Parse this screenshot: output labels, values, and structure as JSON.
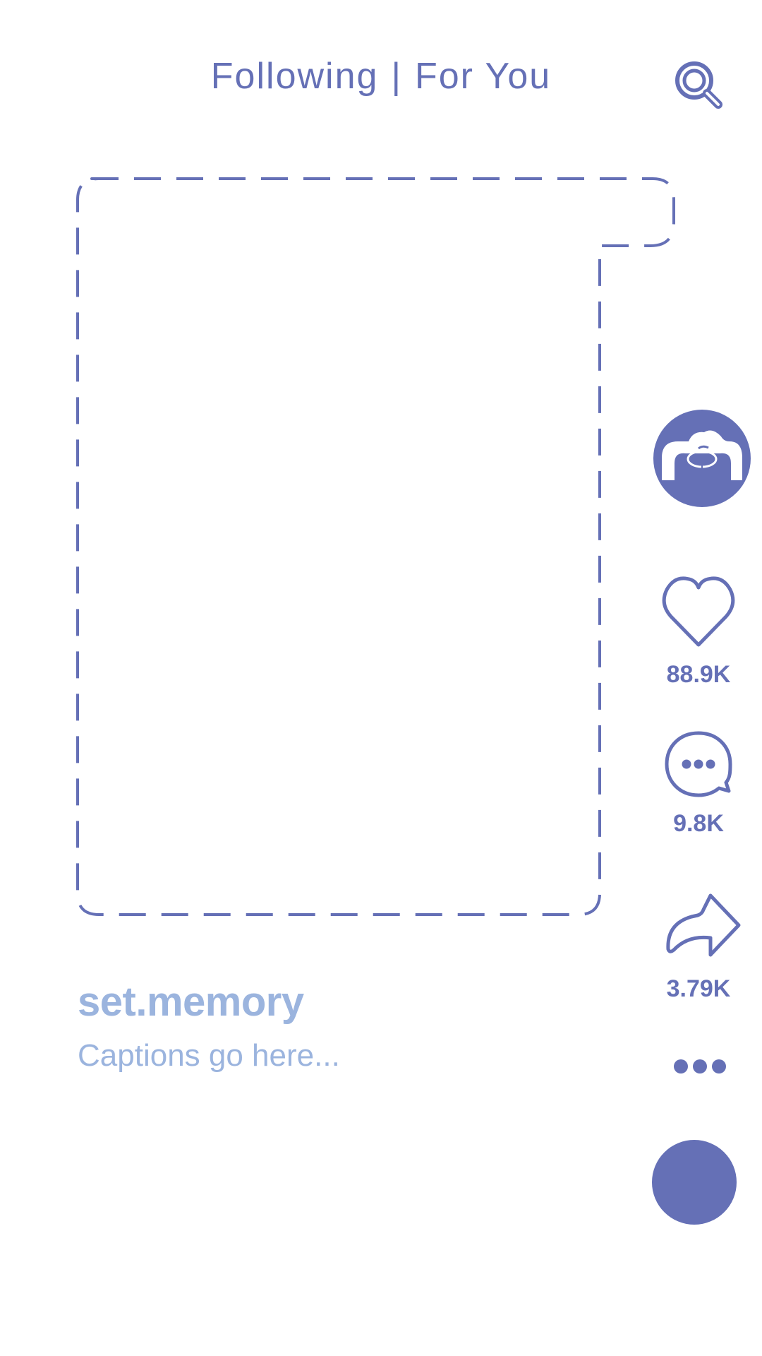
{
  "header": {
    "tab_following": "Following",
    "separator": "|",
    "tab_for_you": "For You"
  },
  "icons": {
    "search": "search-icon",
    "avatar": "profile-avatar-icon",
    "like": "heart-icon",
    "comment": "comment-icon",
    "share": "share-arrow-icon",
    "more": "more-dots-icon"
  },
  "actions": {
    "likes": "88.9K",
    "comments": "9.8K",
    "shares": "3.79K"
  },
  "post": {
    "username": "set.memory",
    "caption": "Captions go here..."
  },
  "colors": {
    "primary": "#6570b6",
    "light_text": "#9bb4de",
    "background": "#ffffff"
  }
}
